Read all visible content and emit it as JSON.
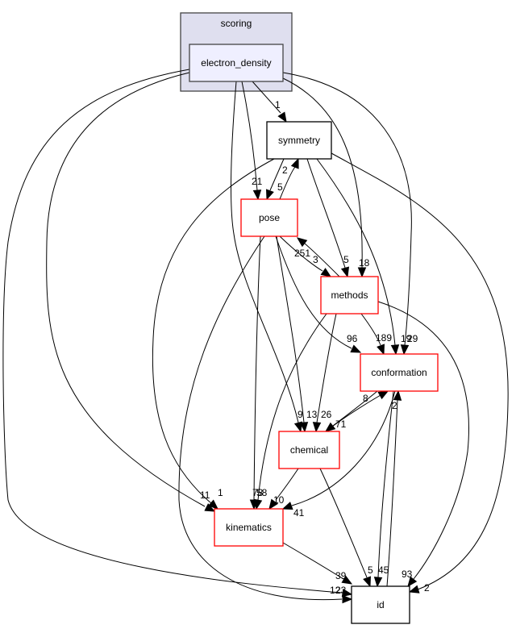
{
  "diagram": {
    "type": "directory-dependency-graph",
    "cluster": {
      "id": "scoring",
      "label": "scoring",
      "fill": "#dfdfef",
      "stroke": "#444444"
    },
    "nodes": [
      {
        "id": "electron_density",
        "label": "electron_density",
        "cluster": "scoring",
        "fill": "#efefff",
        "stroke": "#444444"
      },
      {
        "id": "symmetry",
        "label": "symmetry",
        "fill": "#ffffff",
        "stroke": "#000000"
      },
      {
        "id": "pose",
        "label": "pose",
        "fill": "#ffffff",
        "stroke": "#ff0000"
      },
      {
        "id": "methods",
        "label": "methods",
        "fill": "#ffffff",
        "stroke": "#ff0000"
      },
      {
        "id": "conformation",
        "label": "conformation",
        "fill": "#ffffff",
        "stroke": "#ff0000"
      },
      {
        "id": "chemical",
        "label": "chemical",
        "fill": "#ffffff",
        "stroke": "#ff0000"
      },
      {
        "id": "kinematics",
        "label": "kinematics",
        "fill": "#ffffff",
        "stroke": "#ff0000"
      },
      {
        "id": "id",
        "label": "id",
        "fill": "#ffffff",
        "stroke": "#000000"
      }
    ],
    "edges": [
      {
        "from": "electron_density",
        "to": "symmetry",
        "label": "1"
      },
      {
        "from": "electron_density",
        "to": "pose",
        "label": "21"
      },
      {
        "from": "electron_density",
        "to": "methods",
        "label": "18"
      },
      {
        "from": "electron_density",
        "to": "conformation",
        "label": "29"
      },
      {
        "from": "electron_density",
        "to": "chemical",
        "label": "9"
      },
      {
        "from": "electron_density",
        "to": "kinematics",
        "label": "11"
      },
      {
        "from": "electron_density",
        "to": "id",
        "label": "12"
      },
      {
        "from": "symmetry",
        "to": "pose",
        "label": "5"
      },
      {
        "from": "symmetry",
        "to": "methods",
        "label": "5"
      },
      {
        "from": "symmetry",
        "to": "conformation",
        "label": "19"
      },
      {
        "from": "symmetry",
        "to": "kinematics",
        "label": "1"
      },
      {
        "from": "symmetry",
        "to": "id",
        "label": "2"
      },
      {
        "from": "pose",
        "to": "symmetry",
        "label": "2"
      },
      {
        "from": "pose",
        "to": "methods",
        "label": "3"
      },
      {
        "from": "pose",
        "to": "conformation",
        "label": "96"
      },
      {
        "from": "pose",
        "to": "chemical",
        "label": "13"
      },
      {
        "from": "pose",
        "to": "kinematics",
        "label": "78"
      },
      {
        "from": "pose",
        "to": "id",
        "label": "23"
      },
      {
        "from": "methods",
        "to": "pose",
        "label": "251"
      },
      {
        "from": "methods",
        "to": "conformation",
        "label": "189"
      },
      {
        "from": "methods",
        "to": "chemical",
        "label": "26"
      },
      {
        "from": "methods",
        "to": "kinematics",
        "label": "58"
      },
      {
        "from": "methods",
        "to": "id",
        "label": "93"
      },
      {
        "from": "conformation",
        "to": "chemical",
        "label": "71"
      },
      {
        "from": "conformation",
        "to": "kinematics",
        "label": "41"
      },
      {
        "from": "conformation",
        "to": "id",
        "label": "45"
      },
      {
        "from": "chemical",
        "to": "conformation",
        "label": "8"
      },
      {
        "from": "chemical",
        "to": "kinematics",
        "label": "10"
      },
      {
        "from": "chemical",
        "to": "id",
        "label": "5"
      },
      {
        "from": "kinematics",
        "to": "id",
        "label": "39"
      },
      {
        "from": "id",
        "to": "conformation",
        "label": "2"
      }
    ]
  }
}
